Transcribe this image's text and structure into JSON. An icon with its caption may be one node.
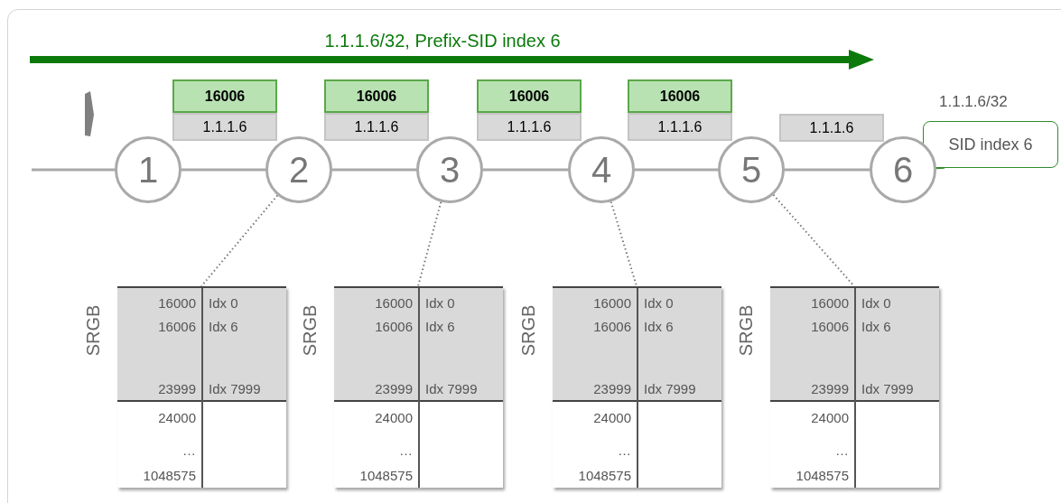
{
  "diagram": {
    "nodes": [
      {
        "text": [
          "16006"
        ]
      },
      {
        "text": [
          "16006"
        ]
      },
      {
        "text": [
          "16006"
        ]
      },
      {
        "text": [
          "16006"
        ]
      },
      {
        "text": [
          "1.1.1.6"
        ]
      },
      {
        "text": [
          "1.1.1.6"
        ]
      },
      {
        "text": [
          "1.1.1.6"
        ]
      },
      {
        "text": [
          "1.1.1.6"
        ]
      },
      {
        "text": [
          "1.1.1.6"
        ]
      },
      {
        "text": [
          "SID index 6"
        ]
      },
      {
        "text": [
          "1"
        ]
      },
      {
        "text": [
          "2"
        ]
      },
      {
        "text": [
          "3"
        ]
      },
      {
        "text": [
          "4"
        ]
      },
      {
        "text": [
          "5"
        ]
      },
      {
        "text": [
          "6"
        ]
      },
      {
        "text": [
          "SRGB",
          "16000",
          "Idx 0",
          "16006",
          "Idx 6",
          "23999",
          "Idx 7999",
          "24000",
          "…",
          "1048575"
        ]
      },
      {
        "text": [
          "SRGB",
          "16000",
          "Idx 0",
          "16006",
          "Idx 6",
          "23999",
          "Idx 7999",
          "24000",
          "…",
          "1048575"
        ]
      },
      {
        "text": [
          "SRGB",
          "16000",
          "Idx 0",
          "16006",
          "Idx 6",
          "23999",
          "Idx 7999",
          "24000",
          "…",
          "1048575"
        ]
      },
      {
        "text": [
          "SRGB",
          "16000",
          "Idx 0",
          "16006",
          "Idx 6",
          "23999",
          "Idx 7999",
          "24000",
          "…",
          "1048575"
        ]
      }
    ],
    "edges": [
      {
        "from": null,
        "to": 10,
        "arrow": "none"
      },
      {
        "from": 10,
        "to": 11,
        "arrow": "none"
      },
      {
        "from": 11,
        "to": 12,
        "arrow": "none"
      },
      {
        "from": 12,
        "to": 13,
        "arrow": "none"
      },
      {
        "from": 13,
        "to": 14,
        "arrow": "none"
      },
      {
        "from": 14,
        "to": 15,
        "arrow": "none"
      },
      {
        "from": 11,
        "to": 16,
        "arrow": "none",
        "style": "dashed"
      },
      {
        "from": 12,
        "to": 17,
        "arrow": "none",
        "style": "dashed"
      },
      {
        "from": 13,
        "to": 18,
        "arrow": "none",
        "style": "dashed"
      },
      {
        "from": 14,
        "to": 19,
        "arrow": "none",
        "style": "dashed"
      },
      {
        "from": 9,
        "to": 15,
        "arrow": "none",
        "color": "#2e8b2e"
      }
    ],
    "labels": [
      "1.1.1.6/32, Prefix-SID index 6",
      "1.1.1.6/32"
    ]
  }
}
